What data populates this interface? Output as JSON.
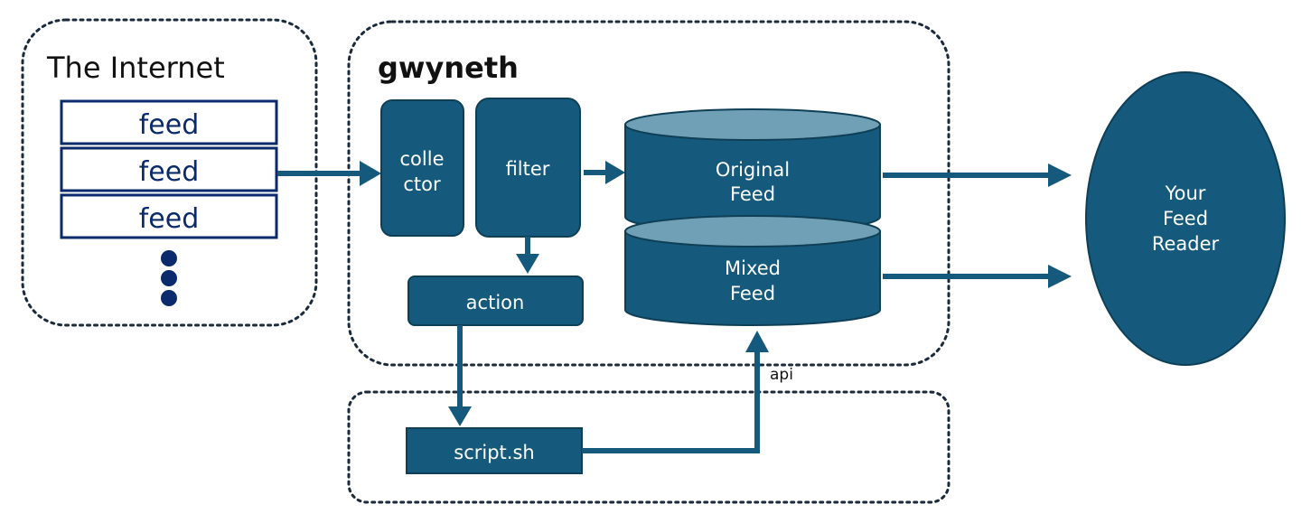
{
  "internet": {
    "title": "The Internet",
    "feeds": [
      "feed",
      "feed",
      "feed"
    ]
  },
  "gwyneth": {
    "title": "gwyneth",
    "collector": [
      "colle",
      "ctor"
    ],
    "filter": "filter",
    "action": "action",
    "original_feed": [
      "Original",
      "Feed"
    ],
    "mixed_feed": [
      "Mixed",
      "Feed"
    ]
  },
  "script": "script.sh",
  "api_label": "api",
  "reader": [
    "Your",
    "Feed",
    "Reader"
  ],
  "colors": {
    "box": "#155a7c",
    "db_top": "#6fa0b6",
    "feed_text": "#0b2a6b",
    "dots": "#0b2a6b"
  }
}
